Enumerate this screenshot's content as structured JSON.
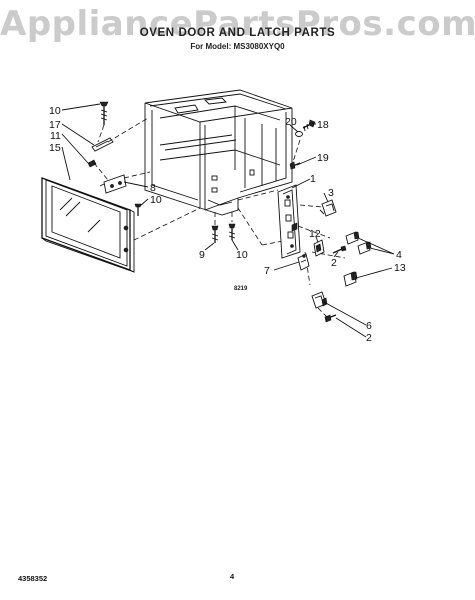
{
  "watermark": "AppliancePartsPros.com",
  "header": {
    "title": "OVEN DOOR AND LATCH PARTS",
    "subtitle": "For Model: MS3080XYQ0"
  },
  "callouts": {
    "c10a": "10",
    "c17": "17",
    "c11": "11",
    "c15": "15",
    "c20": "20",
    "c18": "18",
    "c19": "19",
    "c1": "1",
    "c3": "3",
    "c8": "8",
    "c10b": "10",
    "c9": "9",
    "c10c": "10",
    "c12": "12",
    "c2a": "2",
    "c4": "4",
    "c7": "7",
    "c13": "13",
    "c6": "6",
    "c2b": "2"
  },
  "figure_ref": "8219",
  "footer": {
    "part_number": "4358352",
    "page_number": "4"
  }
}
